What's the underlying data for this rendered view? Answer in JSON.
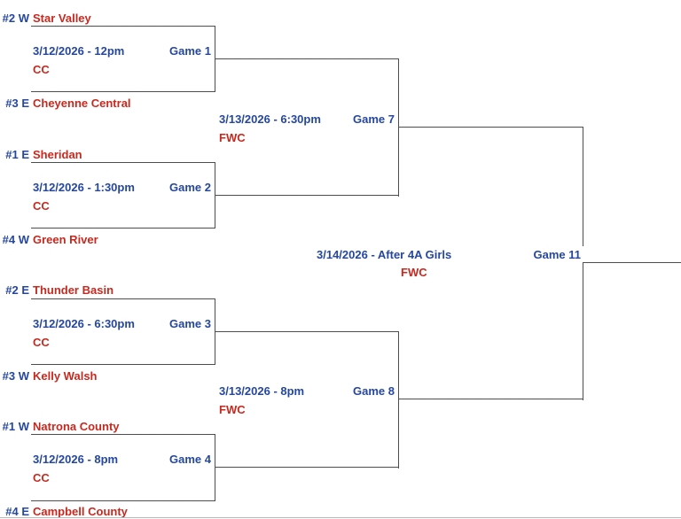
{
  "colors": {
    "blue": "#25479e",
    "red": "#c8291f",
    "line": "#4d4d4f",
    "faintline": "#b7b7b9"
  },
  "round1": [
    {
      "label": "Game 1",
      "datetime": "3/12/2026 - 12pm",
      "venue": "CC",
      "top_seed": "#2 W",
      "top_team": "Star Valley",
      "bottom_seed": "#3 E",
      "bottom_team": "Cheyenne Central"
    },
    {
      "label": "Game 2",
      "datetime": "3/12/2026 - 1:30pm",
      "venue": "CC",
      "top_seed": "#1 E",
      "top_team": "Sheridan",
      "bottom_seed": "#4 W",
      "bottom_team": "Green River"
    },
    {
      "label": "Game 3",
      "datetime": "3/12/2026 - 6:30pm",
      "venue": "CC",
      "top_seed": "#2 E",
      "top_team": "Thunder Basin",
      "bottom_seed": "#3 W",
      "bottom_team": "Kelly Walsh"
    },
    {
      "label": "Game 4",
      "datetime": "3/12/2026 - 8pm",
      "venue": "CC",
      "top_seed": "#1 W",
      "top_team": "Natrona County",
      "bottom_seed": "#4 E",
      "bottom_team": "Campbell County"
    }
  ],
  "round2": [
    {
      "label": "Game 7",
      "datetime": "3/13/2026 - 6:30pm",
      "venue": "FWC"
    },
    {
      "label": "Game 8",
      "datetime": "3/13/2026 - 8pm",
      "venue": "FWC"
    }
  ],
  "final": {
    "label": "Game 11",
    "datetime": "3/14/2026 - After 4A Girls",
    "venue": "FWC"
  }
}
